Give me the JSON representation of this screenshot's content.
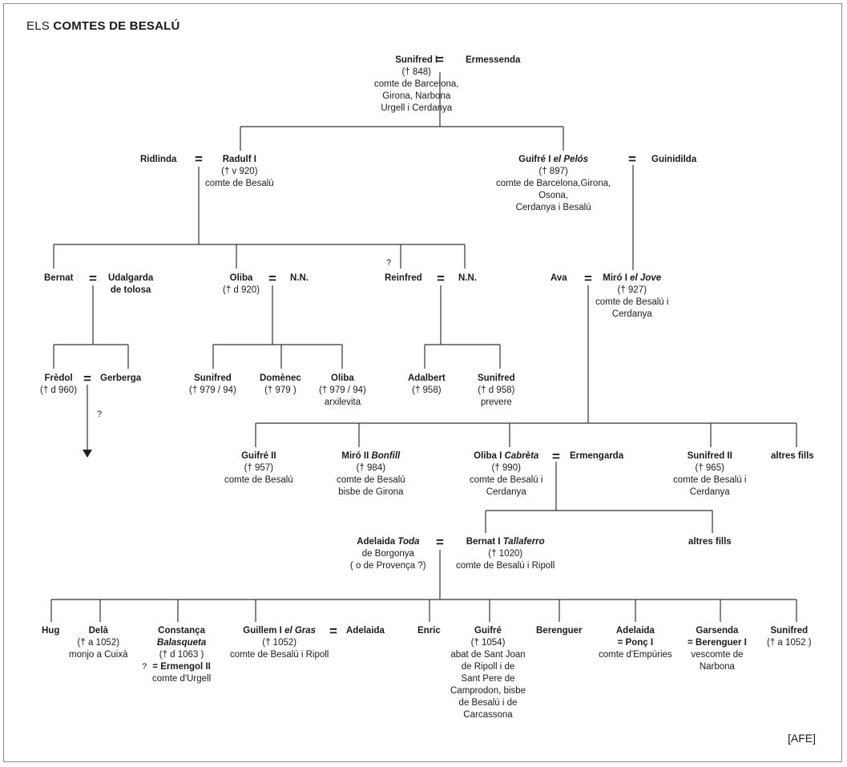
{
  "title": {
    "prefix": "ELS",
    "main": "COMTES DE BESALÚ"
  },
  "source": "[AFE]",
  "eq": "=",
  "q": "?",
  "nodes": {
    "sunifred1": {
      "name": "Sunifred I",
      "l1": "(† 848)",
      "l2": "comte de Barcelona,",
      "l3": "Girona, Narbona",
      "l4": "Urgell i Cerdanya"
    },
    "ermessenda": {
      "name": "Ermessenda"
    },
    "ridlinda": {
      "name": "Ridlinda"
    },
    "radulf1": {
      "name": "Radulf I",
      "l1": "(† v 920)",
      "l2": "comte de Besalú"
    },
    "guifre1": {
      "a": "Guifré I ",
      "b": "el Pelós",
      "l1": "(† 897)",
      "l2": "comte de Barcelona,Girona,",
      "l3": "Osona,",
      "l4": "Cerdanya i Besalú"
    },
    "guinidilda": {
      "name": "Guinidilda"
    },
    "bernat": {
      "name": "Bernat"
    },
    "udalgarda": {
      "l1": "Udalgarda",
      "l2": "de tolosa"
    },
    "oliba_a": {
      "name": "Oliba",
      "l1": "(† d 920)"
    },
    "nn1": {
      "name": "N.N."
    },
    "reinfred": {
      "name": "Reinfred"
    },
    "nn2": {
      "name": "N.N."
    },
    "ava": {
      "name": "Ava"
    },
    "miro1": {
      "a": "Miró I ",
      "b": "el Jove",
      "l1": "(† 927)",
      "l2": "comte de Besalú i",
      "l3": "Cerdanya"
    },
    "fredol": {
      "name": "Frèdol",
      "l1": "(† d 960)"
    },
    "gerberga": {
      "name": "Gerberga"
    },
    "sunifred_a": {
      "name": "Sunifred",
      "l1": "(† 979 / 94)"
    },
    "domenec": {
      "name": "Domènec",
      "l1": "(† 979 )"
    },
    "oliba_b": {
      "name": "Oliba",
      "l1": "(† 979 / 94)",
      "l2": "arxilevita"
    },
    "adalbert": {
      "name": "Adalbert",
      "l1": "(† 958)"
    },
    "sunifred_b": {
      "name": "Sunifred",
      "l1": "(† d 958)",
      "l2": "prevere"
    },
    "guifre2": {
      "name": "Guifré II",
      "l1": "(† 957)",
      "l2": "comte de Besalú"
    },
    "miro2": {
      "a": "Miró II ",
      "b": "Bonfill",
      "l1": "(† 984)",
      "l2": "comte de Besalú",
      "l3": "bisbe de Girona"
    },
    "oliba1": {
      "a": "Oliba I ",
      "b": "Cabrèta",
      "l1": "(† 990)",
      "l2": "comte de Besalú i",
      "l3": "Cerdanya"
    },
    "ermengarda": {
      "name": "Ermengarda"
    },
    "sunifred2": {
      "name": "Sunifred II",
      "l1": "(† 965)",
      "l2": "comte de Besalú i",
      "l3": "Cerdanya"
    },
    "altres1": {
      "name": "altres fills"
    },
    "adelaida_toda": {
      "a": "Adelaida ",
      "b": "Toda",
      "l1": "de Borgonya",
      "l2": "( o de Provença ?)"
    },
    "bernat1": {
      "a": "Bernat I ",
      "b": "Tallaferro",
      "l1": "(† 1020)",
      "l2": "comte de Besalú i Ripoll"
    },
    "altres2": {
      "name": "altres fills"
    },
    "hug": {
      "name": "Hug"
    },
    "dela": {
      "name": "Delà",
      "l1": "(† a 1052)",
      "l2": "monjo a Cuixà"
    },
    "constanca": {
      "name": "Constança",
      "b": "Balasqueta",
      "l1": "(† d 1063 )",
      "l2": "= Ermengol II",
      "l3": "comte d'Urgell"
    },
    "guillem1": {
      "a": "Guillem I ",
      "b": "el Gras",
      "l1": "(† 1052)",
      "l2": "comte de Besalú i Ripoll"
    },
    "adelaida2": {
      "name": "Adelaida"
    },
    "enric": {
      "name": "Enric"
    },
    "guifre3": {
      "name": "Guifré",
      "l1": "(† 1054)",
      "l2": "abat de Sant Joan",
      "l3": "de Ripoll i de",
      "l4": "Sant Pere de",
      "l5": "Camprodon, bisbe",
      "l6": "de Besalú i de",
      "l7": "Carcassona"
    },
    "berenguer": {
      "name": "Berenguer"
    },
    "adelaida3": {
      "name": "Adelaida",
      "l1": "= Ponç I",
      "l2": "comte d'Empúries"
    },
    "garsenda": {
      "name": "Garsenda",
      "l1": "= Berenguer I",
      "l2": "vescomte de",
      "l3": "Narbona"
    },
    "sunifred_c": {
      "name": "Sunifred",
      "l1": "(† a 1052 )"
    }
  }
}
